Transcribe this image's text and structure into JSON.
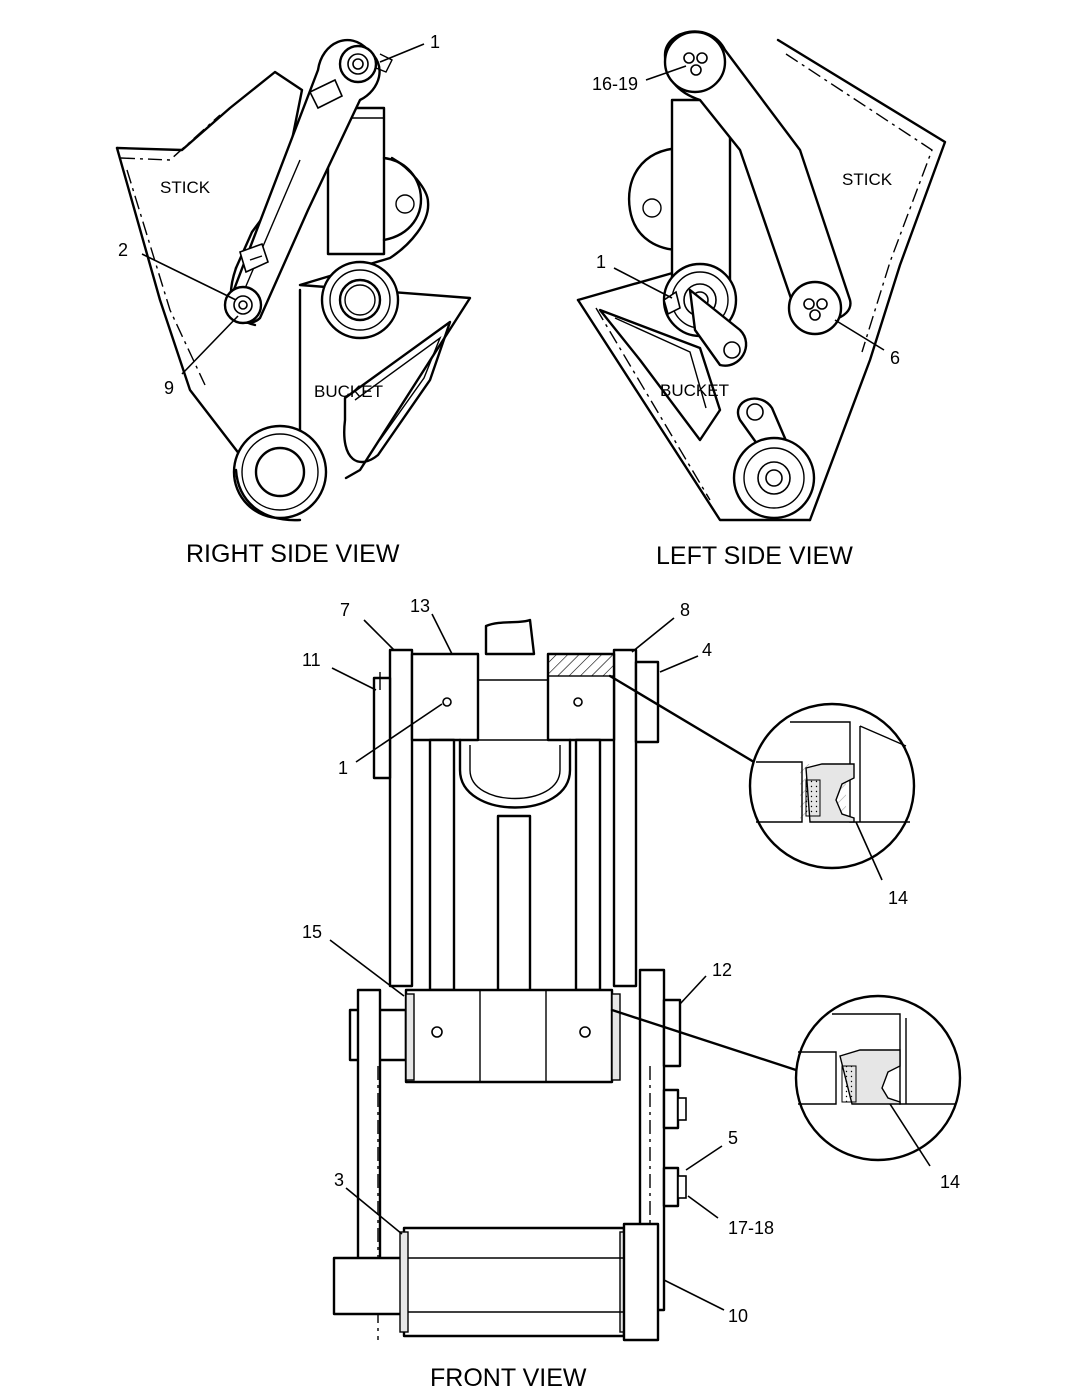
{
  "views": {
    "right_side_title": "RIGHT SIDE VIEW",
    "left_side_title": "LEFT SIDE VIEW",
    "front_title": "FRONT VIEW"
  },
  "labels": {
    "right_stick": "STICK",
    "right_bucket": "BUCKET",
    "left_stick": "STICK",
    "left_bucket": "BUCKET"
  },
  "callouts": {
    "rs_1": "1",
    "rs_2": "2",
    "rs_9": "9",
    "ls_16_19": "16-19",
    "ls_1": "1",
    "ls_6": "6",
    "fv_7": "7",
    "fv_13": "13",
    "fv_8": "8",
    "fv_11": "11",
    "fv_4": "4",
    "fv_1": "1",
    "fv_14_top": "14",
    "fv_15": "15",
    "fv_12": "12",
    "fv_14_bottom": "14",
    "fv_5": "5",
    "fv_3": "3",
    "fv_17_18": "17-18",
    "fv_10": "10"
  }
}
